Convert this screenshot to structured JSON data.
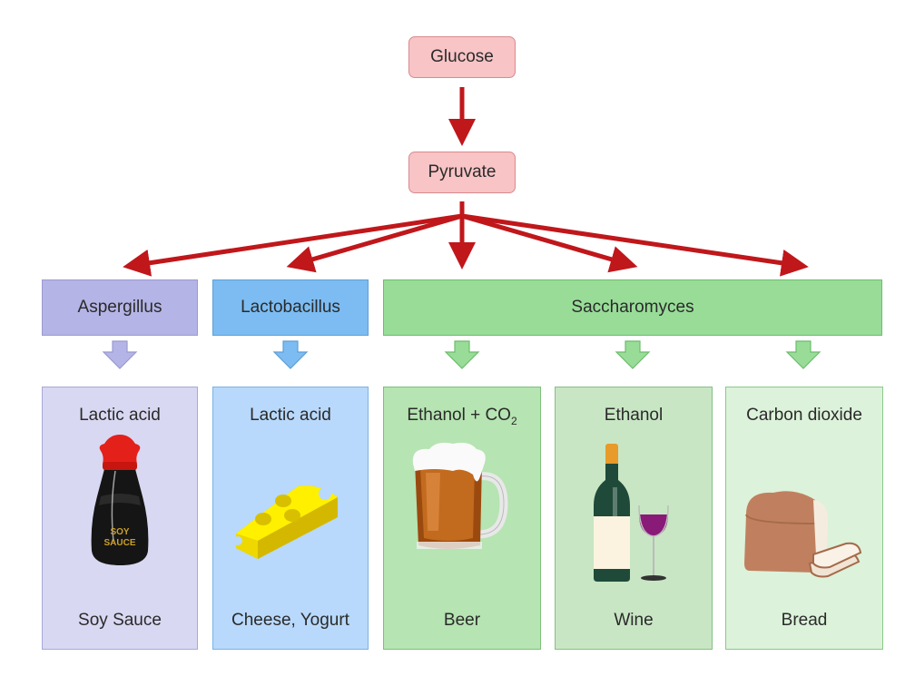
{
  "flow": {
    "source": "Glucose",
    "intermediate": "Pyruvate"
  },
  "organisms": [
    {
      "name": "Aspergillus",
      "color": "#b4b4e6"
    },
    {
      "name": "Lactobacillus",
      "color": "#7cbcf2"
    },
    {
      "name": "Saccharomyces",
      "color": "#98dc98"
    }
  ],
  "products": [
    {
      "product": "Lactic acid",
      "food": "Soy Sauce",
      "icon": "soy-sauce-bottle-icon",
      "label_text": "SOY SAUCE"
    },
    {
      "product": "Lactic acid",
      "food": "Cheese, Yogurt",
      "icon": "cheese-icon"
    },
    {
      "product": "Ethanol + CO",
      "product_sub": "2",
      "food": "Beer",
      "icon": "beer-mug-icon"
    },
    {
      "product": "Ethanol",
      "food": "Wine",
      "icon": "wine-bottle-glass-icon"
    },
    {
      "product": "Carbon dioxide",
      "food": "Bread",
      "icon": "bread-loaf-icon"
    }
  ],
  "colors": {
    "arrow_red": "#c0171b",
    "pink_node": "#f8c4c6"
  }
}
